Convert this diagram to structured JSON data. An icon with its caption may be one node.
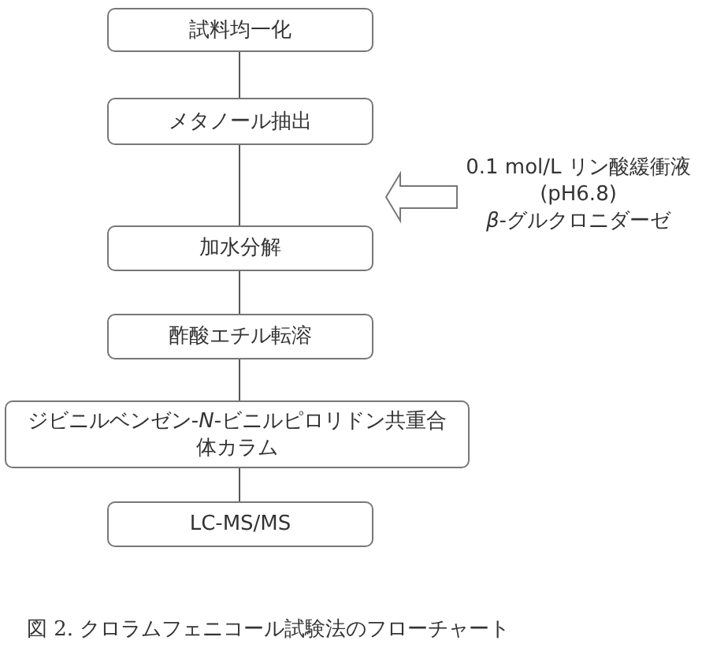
{
  "diagram": {
    "caption": "図 2. クロラムフェニコール試験法のフローチャート",
    "nodes": [
      {
        "text": [
          "試料均一化"
        ]
      },
      {
        "text": [
          "メタノール抽出"
        ]
      },
      {
        "text": [
          "加水分解"
        ]
      },
      {
        "text": [
          "酢酸エチル転溶"
        ]
      },
      {
        "text": [
          "ジビニルベンゼン-*N*-ビニルピロリドン共重合体カラム"
        ]
      },
      {
        "text": [
          "LC-MS/MS"
        ]
      },
      {
        "text": [
          "0.1 mol/L リン酸緩衝液",
          "(pH6.8)",
          "*β*-グルクロニダーゼ"
        ]
      }
    ],
    "edges": [
      {
        "from": 0,
        "to": 1,
        "arrow": "none"
      },
      {
        "from": 1,
        "to": 2,
        "arrow": "none"
      },
      {
        "from": 2,
        "to": 3,
        "arrow": "none"
      },
      {
        "from": 3,
        "to": 4,
        "arrow": "none"
      },
      {
        "from": 4,
        "to": 5,
        "arrow": "none"
      },
      {
        "from": 6,
        "to": null,
        "arrow": "to"
      }
    ]
  }
}
